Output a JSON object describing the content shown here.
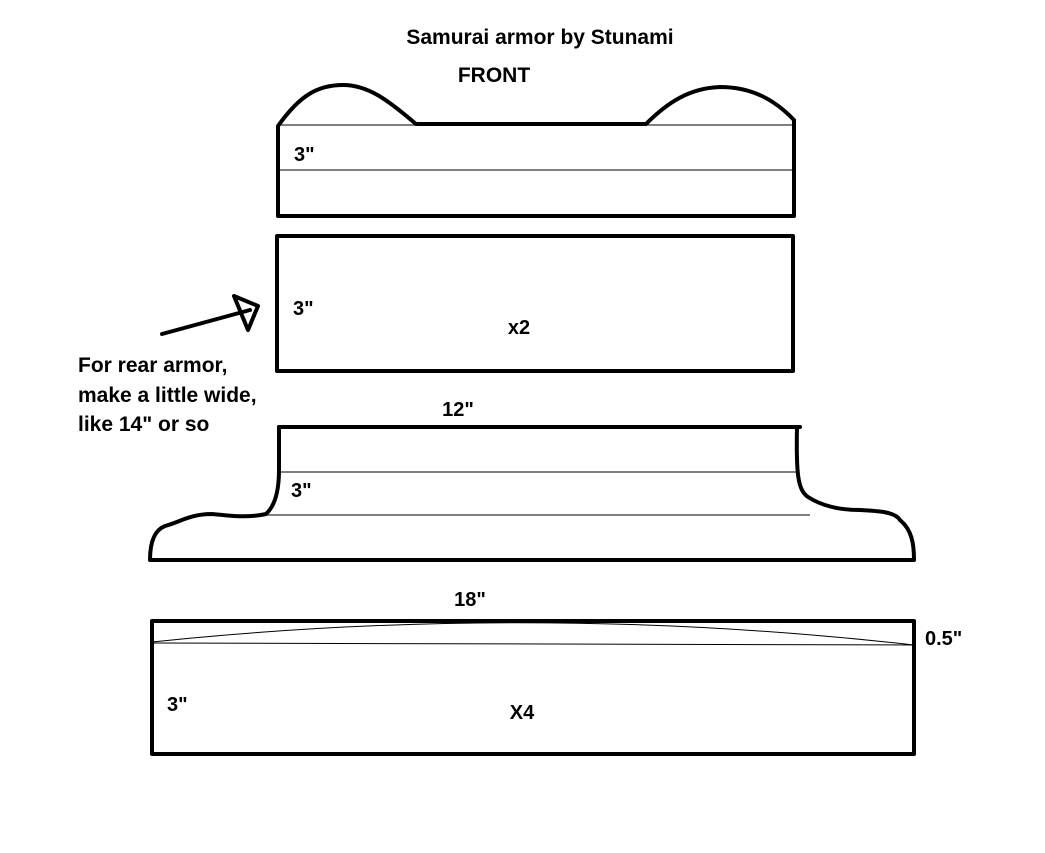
{
  "title": "Samurai armor by Stunami",
  "subtitle": "FRONT",
  "colors": {
    "ink": "#000000",
    "paper": "#ffffff"
  },
  "pieces": [
    {
      "id": "top-piece",
      "labels": [
        "3\""
      ]
    },
    {
      "id": "middle-piece",
      "labels": [
        "3\"",
        "x2"
      ]
    },
    {
      "id": "lower-flared-piece",
      "labels": [
        "12\"",
        "3\""
      ]
    },
    {
      "id": "bottom-piece",
      "labels": [
        "18\"",
        "0.5\"",
        "3\"",
        "X4"
      ]
    }
  ],
  "note": {
    "lines": [
      "For rear armor,",
      "make a little wide,",
      "like 14\" or so"
    ],
    "icon": "arrow-icon"
  }
}
